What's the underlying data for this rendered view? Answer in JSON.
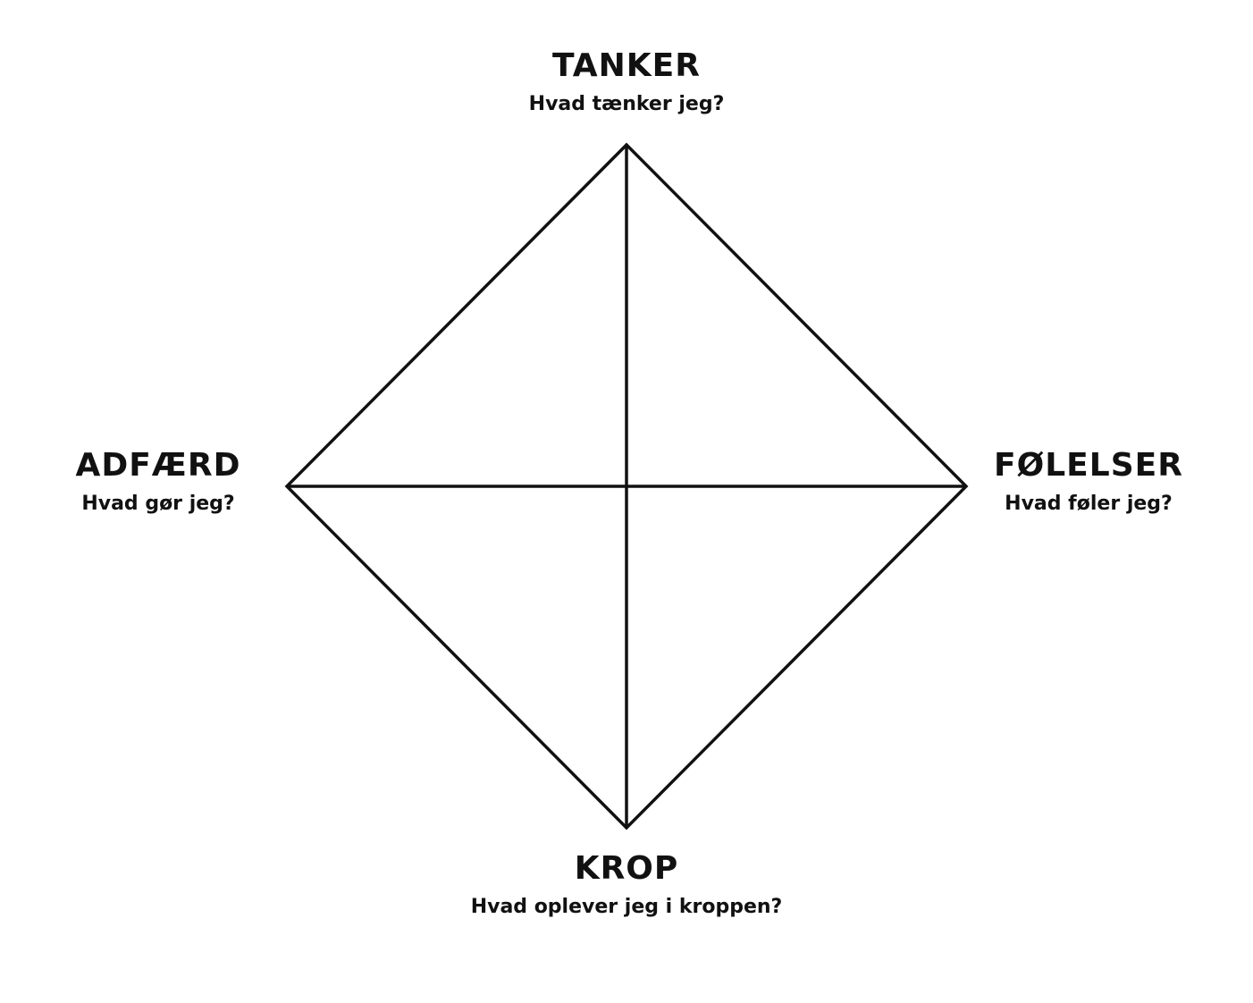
{
  "diagram": {
    "nodes": {
      "top": {
        "title": "TANKER",
        "question": "Hvad tænker jeg?"
      },
      "left": {
        "title": "ADFÆRD",
        "question": "Hvad gør jeg?"
      },
      "right": {
        "title": "FØLELSER",
        "question": "Hvad føler jeg?"
      },
      "bottom": {
        "title": "KROP",
        "question": "Hvad oplever jeg i kroppen?"
      }
    },
    "line_color": "#111111"
  }
}
